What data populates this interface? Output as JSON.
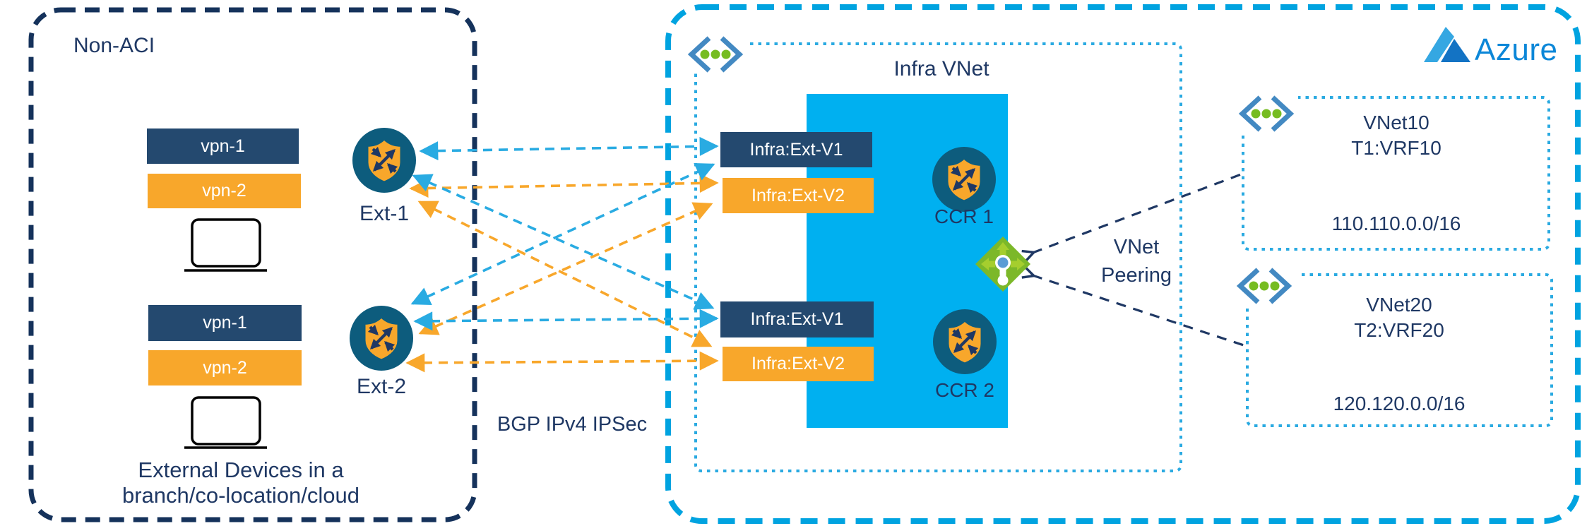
{
  "non_aci": {
    "title": "Non-ACI",
    "sites": [
      {
        "vpn1": "vpn-1",
        "vpn2": "vpn-2",
        "router": "Ext-1"
      },
      {
        "vpn1": "vpn-1",
        "vpn2": "vpn-2",
        "router": "Ext-2"
      }
    ],
    "caption": {
      "line1": "External Devices in a",
      "line2": "branch/co-location/cloud"
    }
  },
  "link_label": "BGP IPv4 IPSec",
  "azure": {
    "brand": "Azure",
    "infra_vnet": {
      "title": "Infra VNet",
      "pairs": [
        {
          "v1": "Infra:Ext-V1",
          "v2": "Infra:Ext-V2",
          "ccr": "CCR 1"
        },
        {
          "v1": "Infra:Ext-V1",
          "v2": "Infra:Ext-V2",
          "ccr": "CCR 2"
        }
      ]
    },
    "peering": {
      "line1": "VNet",
      "line2": "Peering"
    },
    "vnets": [
      {
        "name": "VNet10",
        "tenant_vrf": "T1:VRF10",
        "cidr": "110.110.0.0/16"
      },
      {
        "name": "VNet20",
        "tenant_vrf": "T2:VRF20",
        "cidr": "120.120.0.0/16"
      }
    ]
  },
  "colors": {
    "navy_bar": "#24496F",
    "dark_navy_text": "#1F3864",
    "non_aci_border": "#15325B",
    "orange": "#F8A72B",
    "cyan_arrow": "#29ABE2",
    "cyan_fill": "#00B0F0",
    "azure_border": "#00A3E0",
    "green_dot": "#76BC21",
    "bracket_blue": "#4389C2",
    "azure_logo_blue": "#0C87D8",
    "router_circle": "#0D5C7D",
    "peering_green": "#7CB829"
  }
}
